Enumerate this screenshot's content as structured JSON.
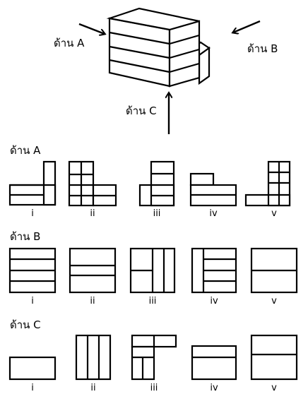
{
  "isometric": {
    "label_a": "ด้าน A",
    "label_b": "ด้าน B",
    "label_c": "ด้าน C"
  },
  "sections": [
    {
      "title": "ด้าน A",
      "options": [
        "i",
        "ii",
        "iii",
        "iv",
        "v"
      ]
    },
    {
      "title": "ด้าน B",
      "options": [
        "i",
        "ii",
        "iii",
        "iv",
        "v"
      ]
    },
    {
      "title": "ด้าน C",
      "options": [
        "i",
        "ii",
        "iii",
        "iv",
        "v"
      ]
    }
  ]
}
